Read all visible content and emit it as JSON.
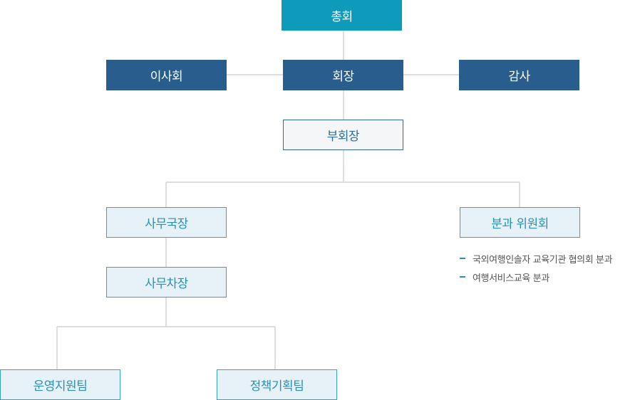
{
  "org": {
    "general_assembly": "총회",
    "board": "이사회",
    "president": "회장",
    "audit": "감사",
    "vice_president": "부회장",
    "secretary_general": "사무국장",
    "division_committee": "분과 위원회",
    "deputy_secretary": "사무차장",
    "ops_support_team": "운영지원팀",
    "policy_planning_team": "정책기획팀"
  },
  "division_items": [
    "국외여행인솔자 교육기관 협의회 분과",
    "여행서비스교육 분과"
  ],
  "colors": {
    "teal": "#0e9bbb",
    "navy": "#285d8d",
    "light_border": "#2d6b98",
    "sky_fill": "#e6f2f7",
    "sky_border": "#35a3c4",
    "connector": "#d2d2d2"
  }
}
